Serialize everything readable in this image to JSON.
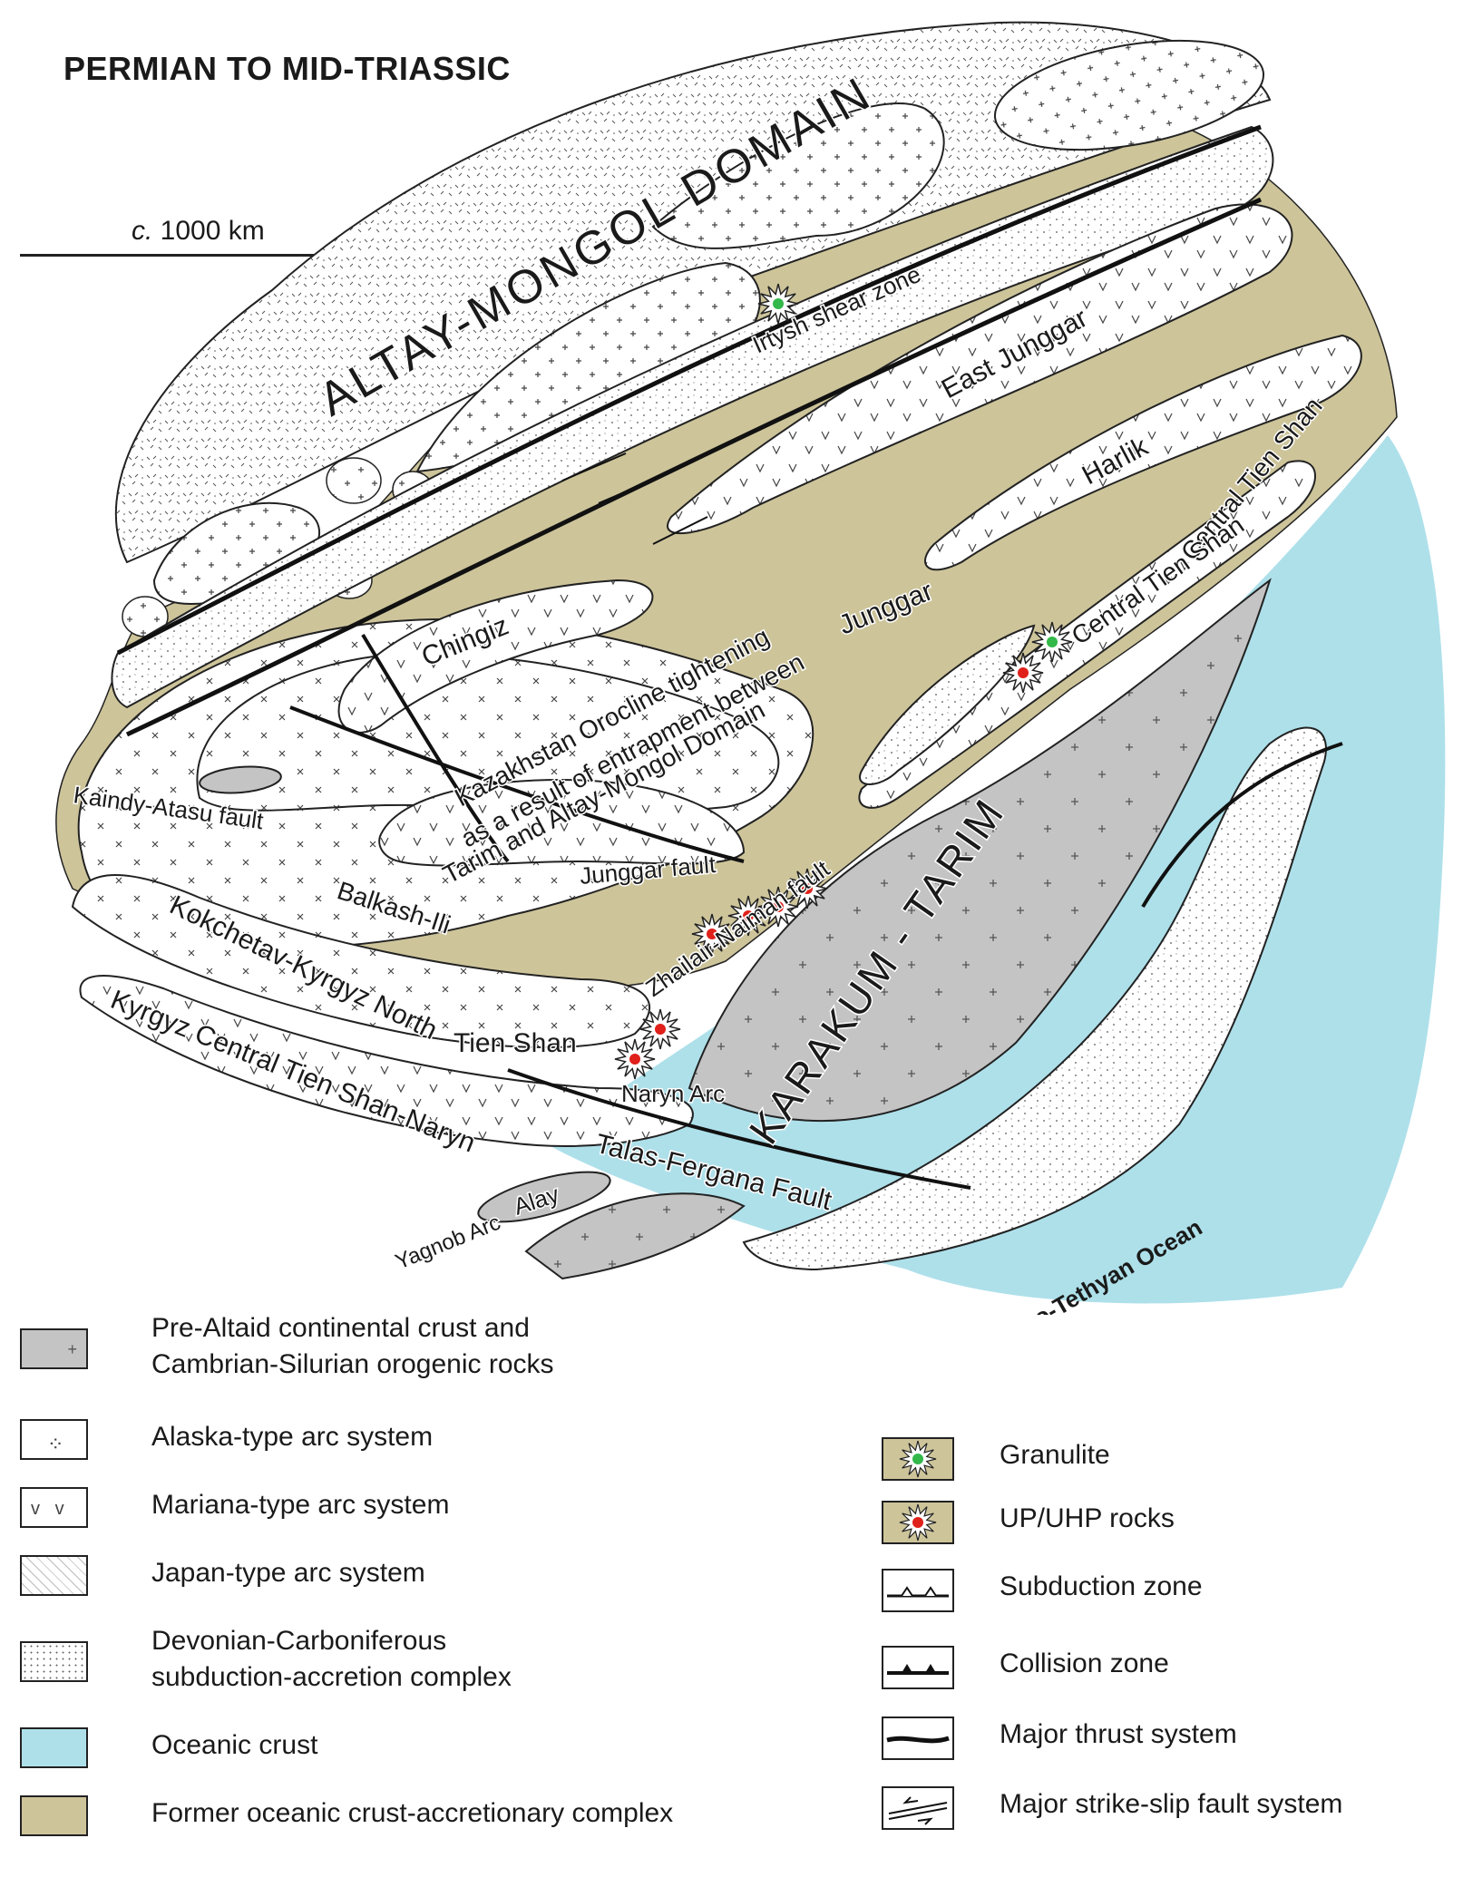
{
  "title": "PERMIAN TO MID-TRIASSIC",
  "scale": {
    "prefix": "c.",
    "label": " 1000 km"
  },
  "colors": {
    "ocean": "#aee0ea",
    "former_oceanic": "#cdc49a",
    "continental": "#c4c4c4",
    "arc_fill": "#ffffff",
    "granulite_star": "#33b84a",
    "uhp_star": "#e0201a"
  },
  "map_labels": {
    "altay_mongol": "ALTAY-MONGOL DOMAIN",
    "irtysh": "Irtysh shear zone",
    "east_junggar": "East Junggar",
    "harlik": "Harlik",
    "central_tien_shan_1": "Central Tien Shan",
    "central_tien_shan_2": "Central Tien Shan",
    "junggar": "Junggar",
    "chingiz": "Chingiz",
    "orocline_1": "Kazakhstan Orocline tightening",
    "orocline_2": "as a result of entrapment between",
    "orocline_3": "Tarim and Altay-Mongol Domain",
    "kaindy": "Kaindy-Atasu fault",
    "junggar_fault": "Junggar fault",
    "balkash": "Balkash-Ili",
    "zhailair": "Zhailair-Naiman fault",
    "kokchetav": "Kokchetav-Kyrgyz North",
    "tien_shan": "Tien Shan",
    "karakum": "KARAKUM - TARIM",
    "naryn_arc": "Naryn Arc",
    "kyrgyz_central": "Kyrgyz Central Tien Shan-Naryn",
    "talas": "Talas-Fergana Fault",
    "alay": "Alay",
    "yagnob": "Yagnob Arc",
    "paleo_tethyan": "Paleo-Tethyan Ocean"
  },
  "legend_left": [
    {
      "text": "Pre-Altaid continental crust and\nCambrian-Silurian orogenic rocks",
      "swatch": "continental"
    },
    {
      "text": "Alaska-type arc system",
      "swatch": "alaska"
    },
    {
      "text": "Mariana-type arc system",
      "swatch": "mariana"
    },
    {
      "text": "Japan-type arc system",
      "swatch": "japan"
    },
    {
      "text": "Devonian-Carboniferous\nsubduction-accretion complex",
      "swatch": "devonian"
    },
    {
      "text": "Oceanic crust",
      "swatch": "ocean"
    },
    {
      "text": "Former oceanic crust-accretionary complex",
      "swatch": "former"
    }
  ],
  "legend_right": [
    {
      "text": "Granulite",
      "symbol": "granulite-star"
    },
    {
      "text": "UP/UHP rocks",
      "symbol": "uhp-star"
    },
    {
      "text": "Subduction zone",
      "symbol": "subduction"
    },
    {
      "text": "Collision zone",
      "symbol": "collision"
    },
    {
      "text": "Major thrust system",
      "symbol": "thrust"
    },
    {
      "text": "Major strike-slip fault system",
      "symbol": "strike-slip"
    }
  ]
}
